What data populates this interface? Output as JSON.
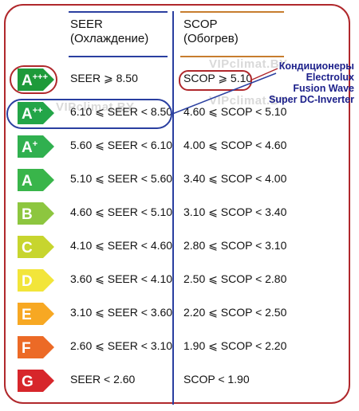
{
  "headers": {
    "seer_title": "SEER",
    "seer_subtitle": "(Охлаждение)",
    "scop_title": "SCOP",
    "scop_subtitle": "(Обогрев)"
  },
  "watermark": "VIPclimat.BY",
  "annotation": [
    "Кондиционеры",
    "Electrolux",
    "Fusion Wave",
    "Super DC-Inverter"
  ],
  "colors": {
    "frame": "#b0282c",
    "seer_line": "#2a3fa0",
    "scop_line": "#c77d2e",
    "annotation": "#1b1f8a"
  },
  "classes": [
    {
      "label": "A+++",
      "color": "#1e9a3a",
      "seer": "SEER ⩾ 8.50",
      "scop": "SCOP ⩾ 5.10"
    },
    {
      "label": "A++",
      "color": "#23a548",
      "seer": "6.10 ⩽ SEER < 8.50",
      "scop": "4.60 ⩽ SCOP < 5.10"
    },
    {
      "label": "A+",
      "color": "#30b04f",
      "seer": "5.60 ⩽ SEER < 6.10",
      "scop": "4.00 ⩽ SCOP < 4.60"
    },
    {
      "label": "A",
      "color": "#39b54a",
      "seer": "5.10 ⩽ SEER < 5.60",
      "scop": "3.40 ⩽ SCOP < 4.00"
    },
    {
      "label": "B",
      "color": "#8dc63f",
      "seer": "4.60 ⩽ SEER < 5.10",
      "scop": "3.10 ⩽ SCOP < 3.40"
    },
    {
      "label": "C",
      "color": "#c7d52e",
      "seer": "4.10 ⩽ SEER < 4.60",
      "scop": "2.80 ⩽ SCOP < 3.10"
    },
    {
      "label": "D",
      "color": "#f2e53a",
      "seer": "3.60 ⩽ SEER < 4.10",
      "scop": "2.50 ⩽ SCOP < 2.80"
    },
    {
      "label": "E",
      "color": "#f7a823",
      "seer": "3.10 ⩽ SEER < 3.60",
      "scop": "2.20 ⩽ SCOP < 2.50"
    },
    {
      "label": "F",
      "color": "#ec6a26",
      "seer": "2.60 ⩽ SEER < 3.10",
      "scop": "1.90 ⩽ SCOP < 2.20"
    },
    {
      "label": "G",
      "color": "#d7262b",
      "seer": "SEER < 2.60",
      "scop": "SCOP < 1.90"
    }
  ]
}
